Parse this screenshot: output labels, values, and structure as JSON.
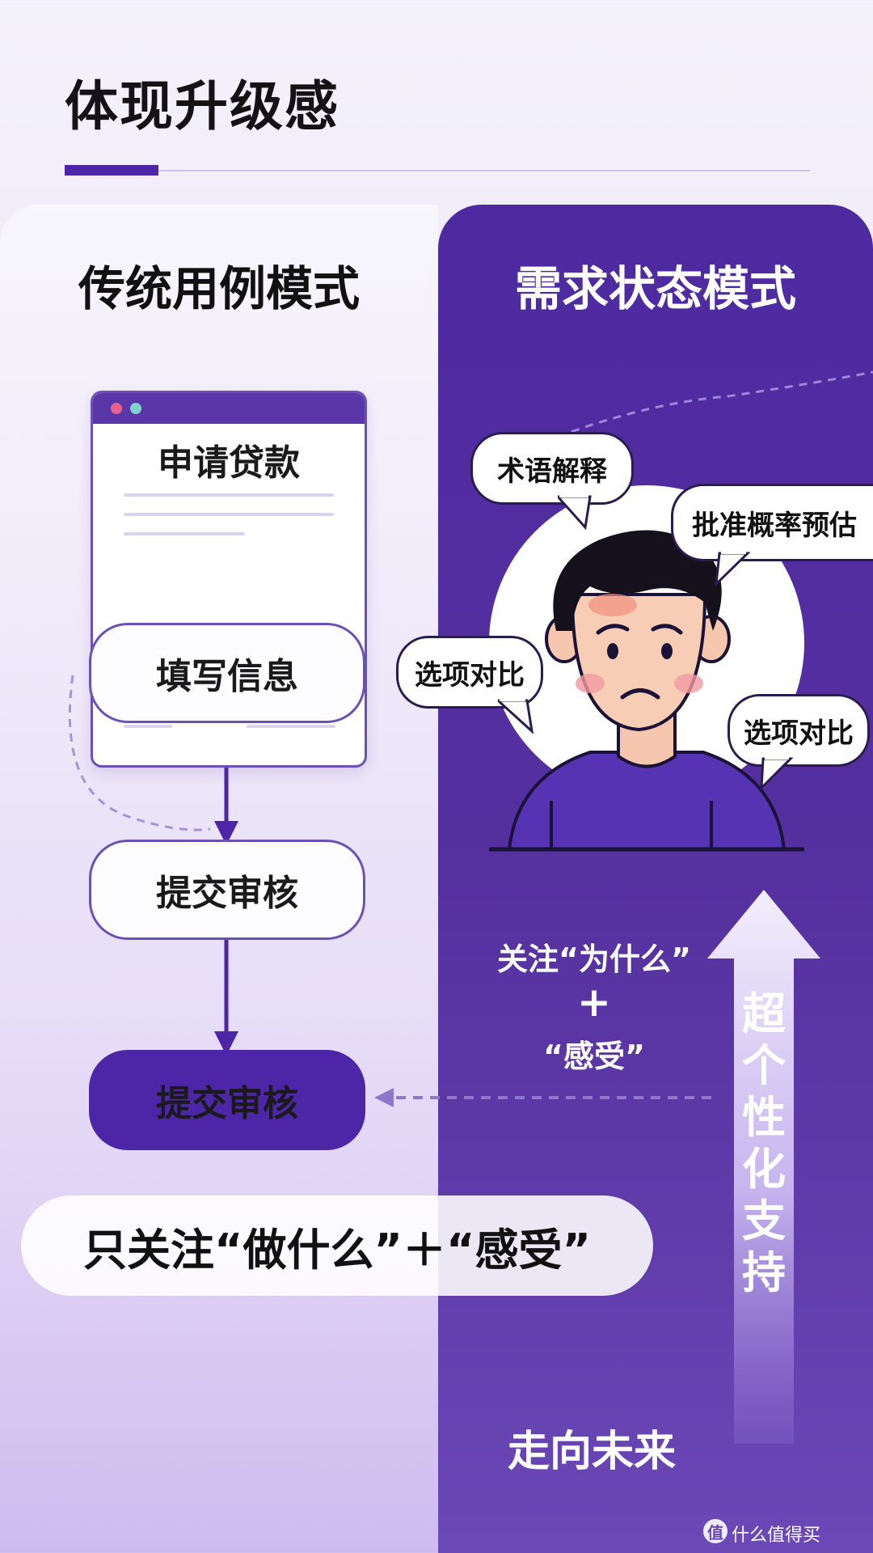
{
  "title": "体现升级感",
  "left": {
    "heading": "传统用例模式",
    "doc_title": "申请贷款",
    "steps": [
      "填写信息",
      "提交审核",
      "提交审核"
    ],
    "bottom_note": "只关注“做什么”＋“感受”"
  },
  "right": {
    "heading": "需求状态模式",
    "bubbles": [
      "术语解释",
      "批准概率预估",
      "选项对比",
      "选项对比"
    ],
    "focus_line1": "关注“为什么”",
    "plus": "+",
    "focus_line2": "“感受”",
    "vertical_label": "超个性化支持",
    "future_label": "走向未来"
  },
  "watermark": "什么值得买",
  "colors": {
    "primary": "#4c26a6",
    "right_panel": "#55309f",
    "accent_line": "#6b50b8",
    "dot_pink": "#e8628e",
    "dot_teal": "#7fd3cc"
  }
}
